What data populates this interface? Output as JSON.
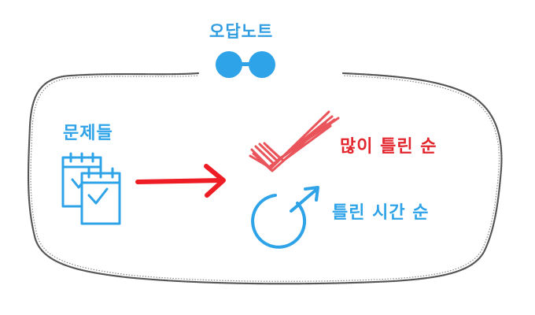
{
  "title": "오답노트",
  "problems_label": "문제들",
  "sort_options": [
    {
      "label": "많이 틀린 순",
      "icon": "checkmark-scribble-icon"
    },
    {
      "label": "틀린 시간 순",
      "icon": "clock-refresh-icon"
    }
  ],
  "colors": {
    "blue": "#2fa3e8",
    "red": "#e3252d",
    "outline": "#555555"
  }
}
